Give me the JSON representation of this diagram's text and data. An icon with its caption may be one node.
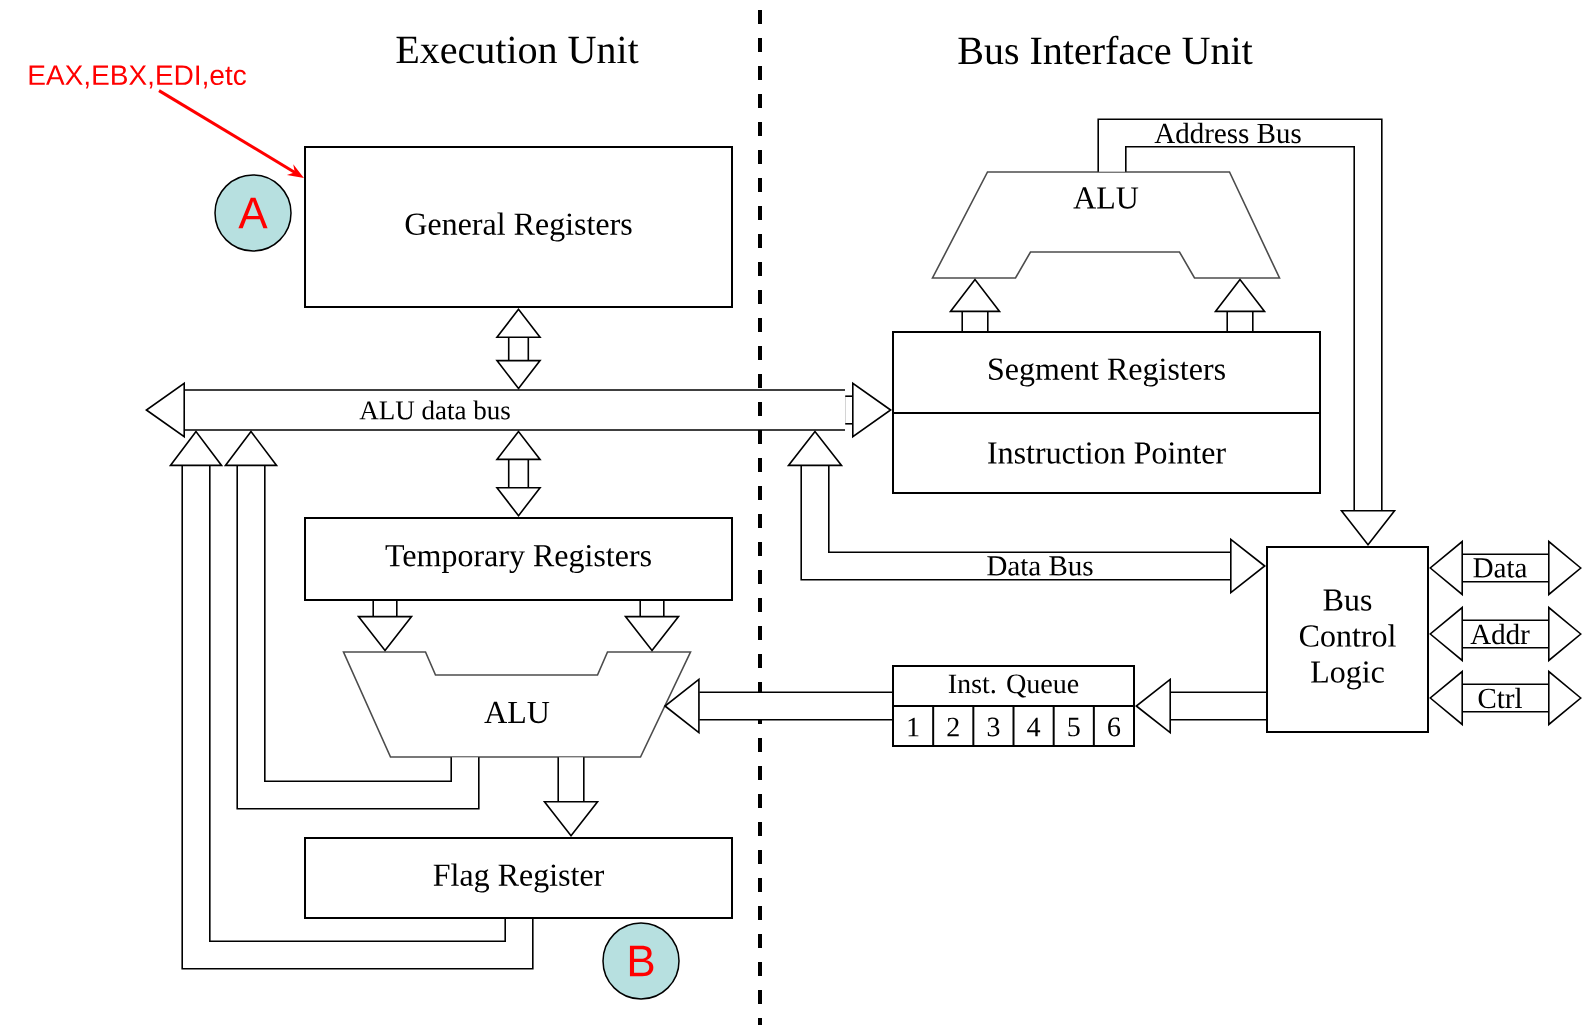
{
  "diagram": {
    "nodes": [
      {
        "text": [
          "EAX,EBX,EDI,etc"
        ]
      },
      {
        "text": [
          "General Registers"
        ]
      },
      {
        "text": [
          "A"
        ]
      },
      {
        "text": [
          "ALU data bus"
        ]
      },
      {
        "text": [
          "Temporary Registers"
        ]
      },
      {
        "text": [
          "ALU"
        ]
      },
      {
        "text": [
          "Flag Register"
        ]
      },
      {
        "text": [
          "B"
        ]
      },
      {
        "text": [
          "ALU"
        ]
      },
      {
        "text": [
          "Segment Registers"
        ]
      },
      {
        "text": [
          "Instruction Pointer"
        ]
      },
      {
        "text": [
          "Inst. Queue",
          "1",
          "2",
          "3",
          "4",
          "5",
          "6"
        ]
      },
      {
        "text": [
          "Bus Control Logic"
        ]
      }
    ],
    "edges": [
      {
        "from": 0,
        "to": 1,
        "arrow": "to",
        "color": "#ff0000"
      },
      {
        "from": 1,
        "to": 3,
        "arrow": "both"
      },
      {
        "from": 3,
        "to": null,
        "arrow": "to"
      },
      {
        "from": 3,
        "to": 9,
        "arrow": "to"
      },
      {
        "from": 3,
        "to": 4,
        "arrow": "both"
      },
      {
        "from": 4,
        "to": 5,
        "arrow": "to"
      },
      {
        "from": 4,
        "to": 5,
        "arrow": "to"
      },
      {
        "from": 5,
        "to": 6,
        "arrow": "to"
      },
      {
        "from": 5,
        "to": 3,
        "arrow": "to"
      },
      {
        "from": 6,
        "to": 3,
        "arrow": "to"
      },
      {
        "from": 9,
        "to": 8,
        "arrow": "to"
      },
      {
        "from": 9,
        "to": 8,
        "arrow": "to"
      },
      {
        "from": 8,
        "to": 12,
        "arrow": "to",
        "label": "Address Bus"
      },
      {
        "from": 3,
        "to": 12,
        "arrow": "both",
        "label": "Data Bus"
      },
      {
        "from": 12,
        "to": 11,
        "arrow": "to"
      },
      {
        "from": 11,
        "to": 5,
        "arrow": "to"
      },
      {
        "from": 12,
        "to": null,
        "arrow": "both",
        "label": "Data"
      },
      {
        "from": 12,
        "to": null,
        "arrow": "both",
        "label": "Addr"
      },
      {
        "from": 12,
        "to": null,
        "arrow": "both",
        "label": "Ctrl"
      }
    ],
    "labels": [
      "Execution Unit",
      "Bus Interface Unit"
    ]
  }
}
